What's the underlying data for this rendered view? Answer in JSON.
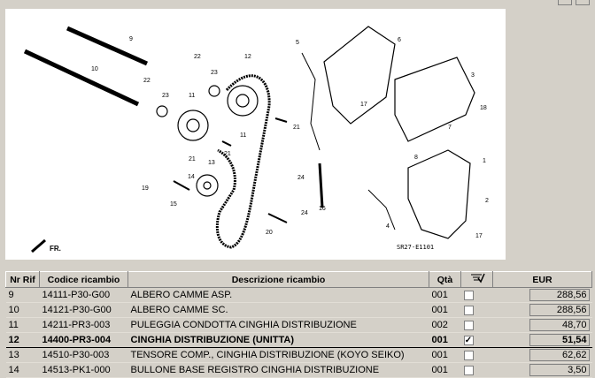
{
  "diagram": {
    "code_label": "SR27-E1101",
    "front_label": "FR.",
    "callouts": [
      "9",
      "10",
      "22",
      "22",
      "23",
      "23",
      "11",
      "11",
      "12",
      "5",
      "6",
      "3",
      "17",
      "18",
      "7",
      "8",
      "1",
      "2",
      "17",
      "4",
      "16",
      "24",
      "24",
      "21",
      "21",
      "13",
      "14",
      "19",
      "15",
      "20",
      "21"
    ]
  },
  "table": {
    "headers": {
      "ref": "Nr Rif",
      "code": "Codice ricambio",
      "desc": "Descrizione ricambio",
      "qty": "Qtà",
      "cart_icon": "cart-check-icon",
      "eur": "EUR"
    },
    "rows": [
      {
        "ref": "9",
        "code": "14111-P30-G00",
        "desc": "ALBERO CAMME ASP.",
        "qty": "001",
        "checked": false,
        "eur": "288,56"
      },
      {
        "ref": "10",
        "code": "14121-P30-G00",
        "desc": "ALBERO CAMME SC.",
        "qty": "001",
        "checked": false,
        "eur": "288,56"
      },
      {
        "ref": "11",
        "code": "14211-PR3-003",
        "desc": "PULEGGIA CONDOTTA CINGHIA DISTRIBUZIONE",
        "qty": "002",
        "checked": false,
        "eur": "48,70"
      },
      {
        "ref": "12",
        "code": "14400-PR3-004",
        "desc": "CINGHIA DISTRIBUZIONE (UNITTA)",
        "qty": "001",
        "checked": true,
        "eur": "51,54"
      },
      {
        "ref": "13",
        "code": "14510-P30-003",
        "desc": "TENSORE COMP., CINGHIA DISTRIBUZIONE (KOYO SEIKO)",
        "qty": "001",
        "checked": false,
        "eur": "62,62"
      },
      {
        "ref": "14",
        "code": "14513-PK1-000",
        "desc": "BULLONE BASE REGISTRO CINGHIA DISTRIBUZIONE",
        "qty": "001",
        "checked": false,
        "eur": "3,50"
      }
    ],
    "selected_row": 3
  }
}
